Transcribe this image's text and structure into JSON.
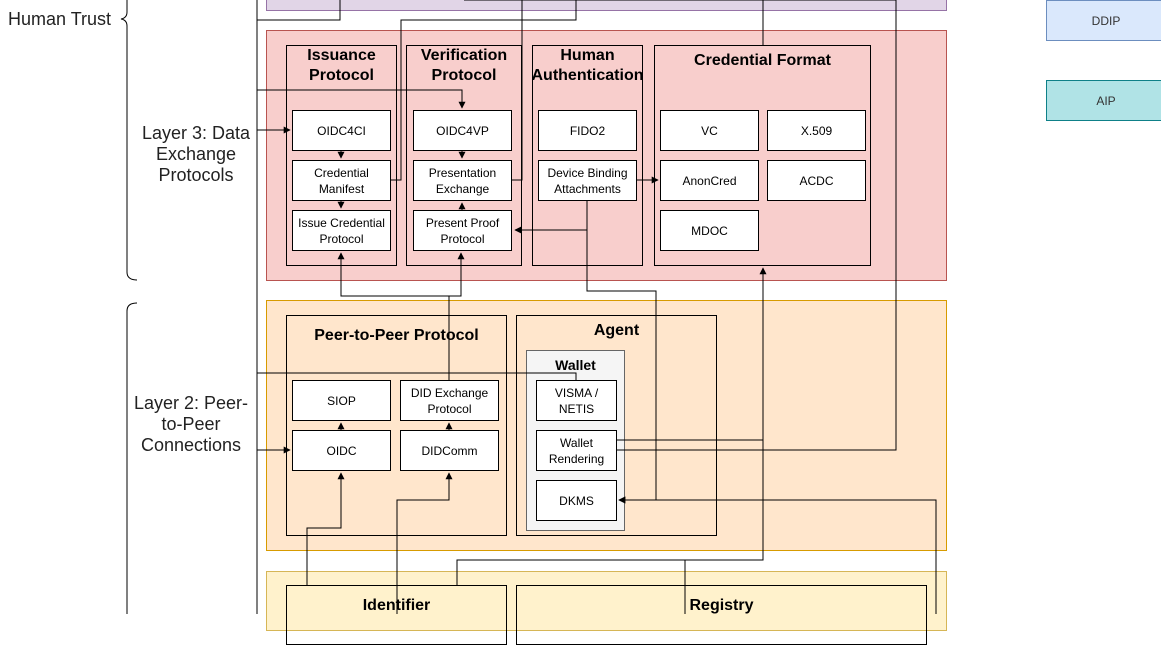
{
  "labels": {
    "human_trust": "Human Trust",
    "layer3": "Layer 3: Data Exchange Protocols",
    "layer2": "Layer 2: Peer-to-Peer Connections"
  },
  "legend": {
    "ddip": "DDIP",
    "aip": "AIP"
  },
  "colors": {
    "purple_layer": "#e1d5e7",
    "red_layer": "#f8cecc",
    "orange_layer": "#ffe6cc",
    "yellow_layer": "#fff2cc",
    "ddip": "#dae8fc",
    "aip": "#b0e3e6",
    "wallet": "#f5f5f5"
  },
  "layer3": {
    "issuance": {
      "title": "Issuance Protocol",
      "oidc4ci": "OIDC4CI",
      "manifest": "Credential Manifest",
      "issue": "Issue Credential Protocol"
    },
    "verification": {
      "title": "Verification Protocol",
      "oidc4vp": "OIDC4VP",
      "presentation": "Presentation Exchange",
      "present": "Present Proof Protocol"
    },
    "auth": {
      "title": "Human Authentication",
      "fido2": "FIDO2",
      "device": "Device Binding Attachments"
    },
    "format": {
      "title": "Credential Format",
      "vc": "VC",
      "x509": "X.509",
      "anoncred": "AnonCred",
      "acdc": "ACDC",
      "mdoc": "MDOC"
    }
  },
  "layer2": {
    "p2p": {
      "title": "Peer-to-Peer Protocol",
      "siop": "SIOP",
      "didexchange": "DID Exchange Protocol",
      "oidc": "OIDC",
      "didcomm": "DIDComm"
    },
    "agent": {
      "title": "Agent",
      "wallet": {
        "title": "Wallet",
        "visma": "VISMA / NETIS",
        "rendering": "Wallet Rendering",
        "dkms": "DKMS"
      }
    }
  },
  "layer1": {
    "identifier": "Identifier",
    "registry": "Registry"
  }
}
